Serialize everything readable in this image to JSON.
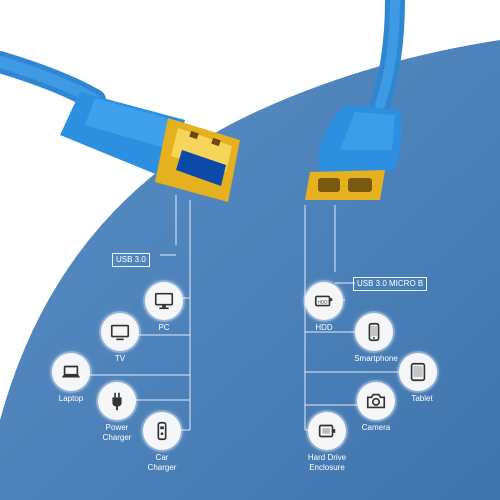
{
  "left": {
    "tag": "USB 3.0",
    "devices": [
      {
        "name": "pc",
        "label": "PC",
        "icon": "monitor-icon"
      },
      {
        "name": "tv",
        "label": "TV",
        "icon": "tv-icon"
      },
      {
        "name": "laptop",
        "label": "Laptop",
        "icon": "laptop-icon"
      },
      {
        "name": "power-charger",
        "label": "Power\nCharger",
        "icon": "plug-icon"
      },
      {
        "name": "car-charger",
        "label": "Car\nCharger",
        "icon": "car-charger-icon"
      }
    ]
  },
  "right": {
    "tag": "USB 3.0 MICRO B",
    "devices": [
      {
        "name": "hdd",
        "label": "HDD",
        "icon": "hdd-icon"
      },
      {
        "name": "smartphone",
        "label": "Smartphone",
        "icon": "smartphone-icon"
      },
      {
        "name": "tablet",
        "label": "Tablet",
        "icon": "tablet-icon"
      },
      {
        "name": "camera",
        "label": "Camera",
        "icon": "camera-icon"
      },
      {
        "name": "hard-drive-enclosure",
        "label": "Hard Drive\nEnclosure",
        "icon": "enclosure-icon"
      }
    ]
  },
  "colors": {
    "background": "#4a7fb8",
    "cable": "#3d9ee6",
    "gold": "#e7b520"
  }
}
